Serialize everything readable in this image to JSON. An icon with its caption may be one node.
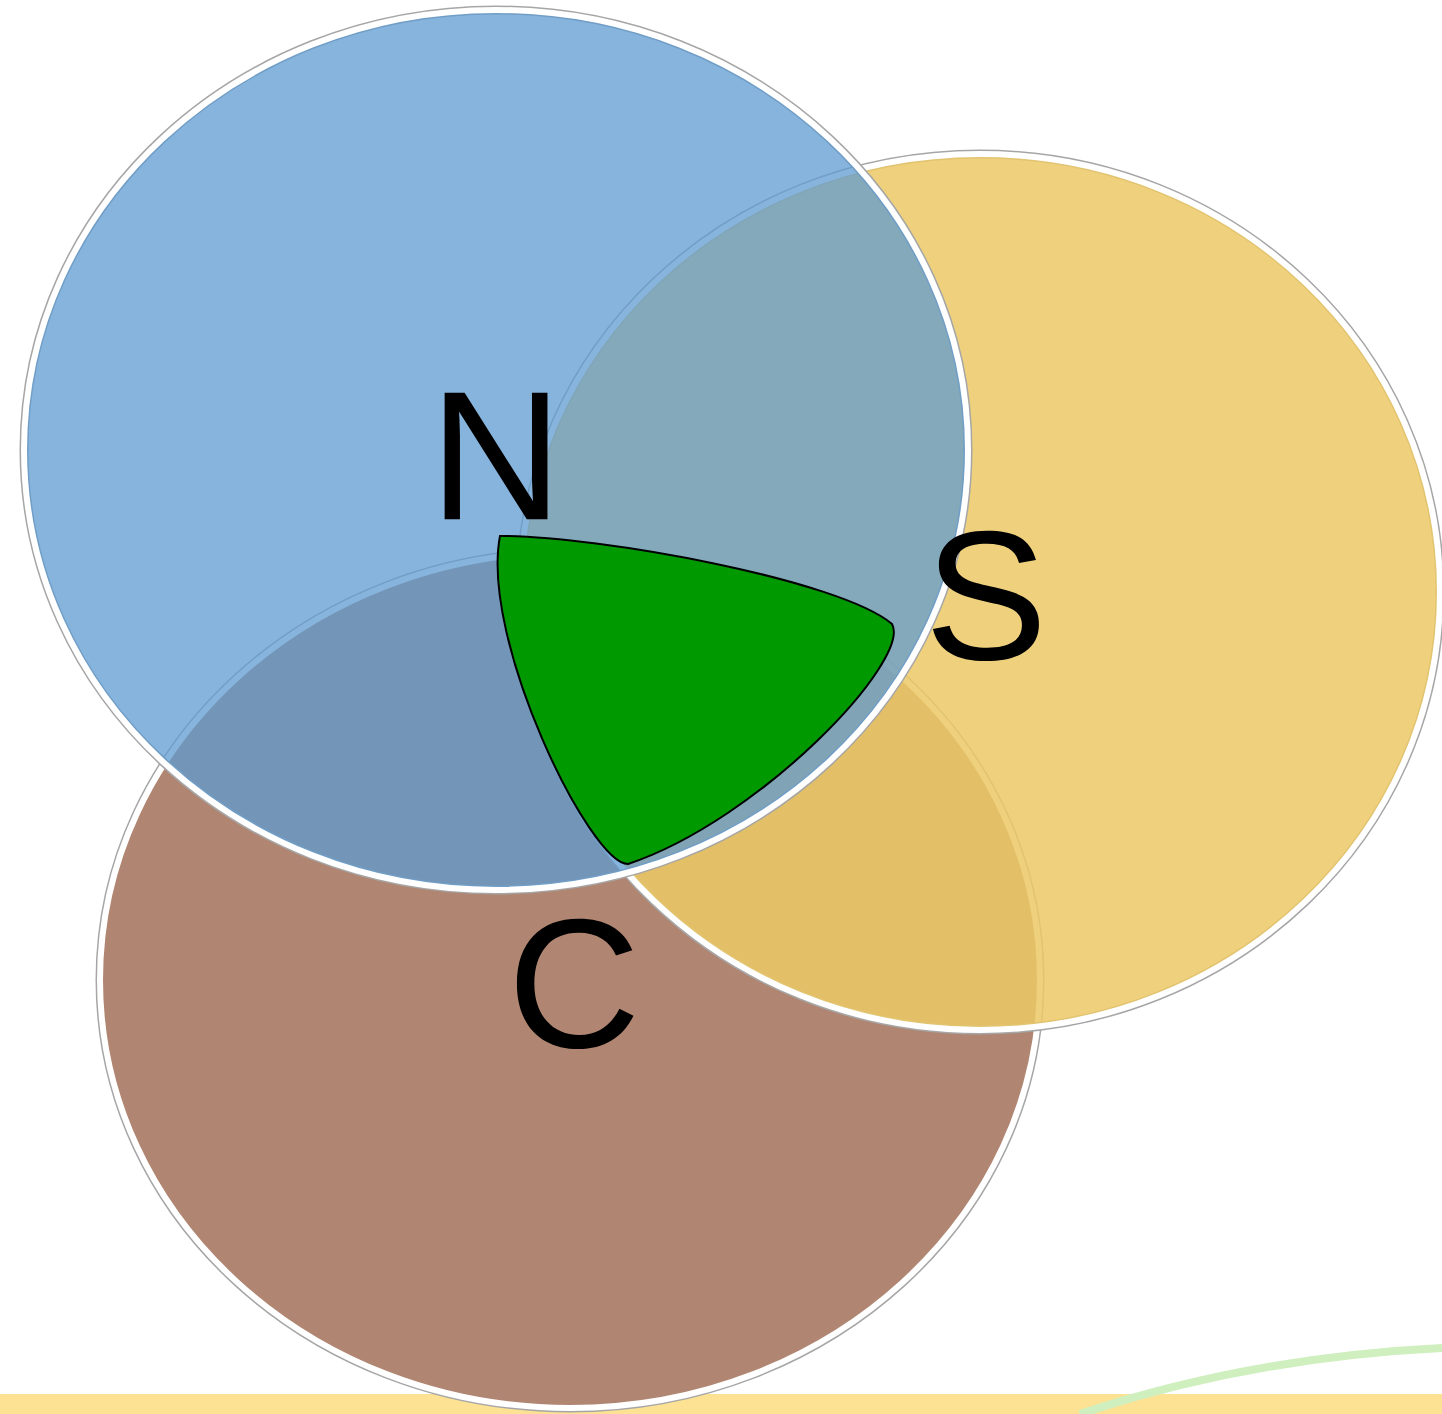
{
  "diagram": {
    "nodes": [
      {
        "text": [
          "N"
        ]
      },
      {
        "text": [
          "S"
        ]
      },
      {
        "text": [
          "C"
        ]
      },
      {
        "text": [],
        "shape": "triangle"
      }
    ]
  }
}
